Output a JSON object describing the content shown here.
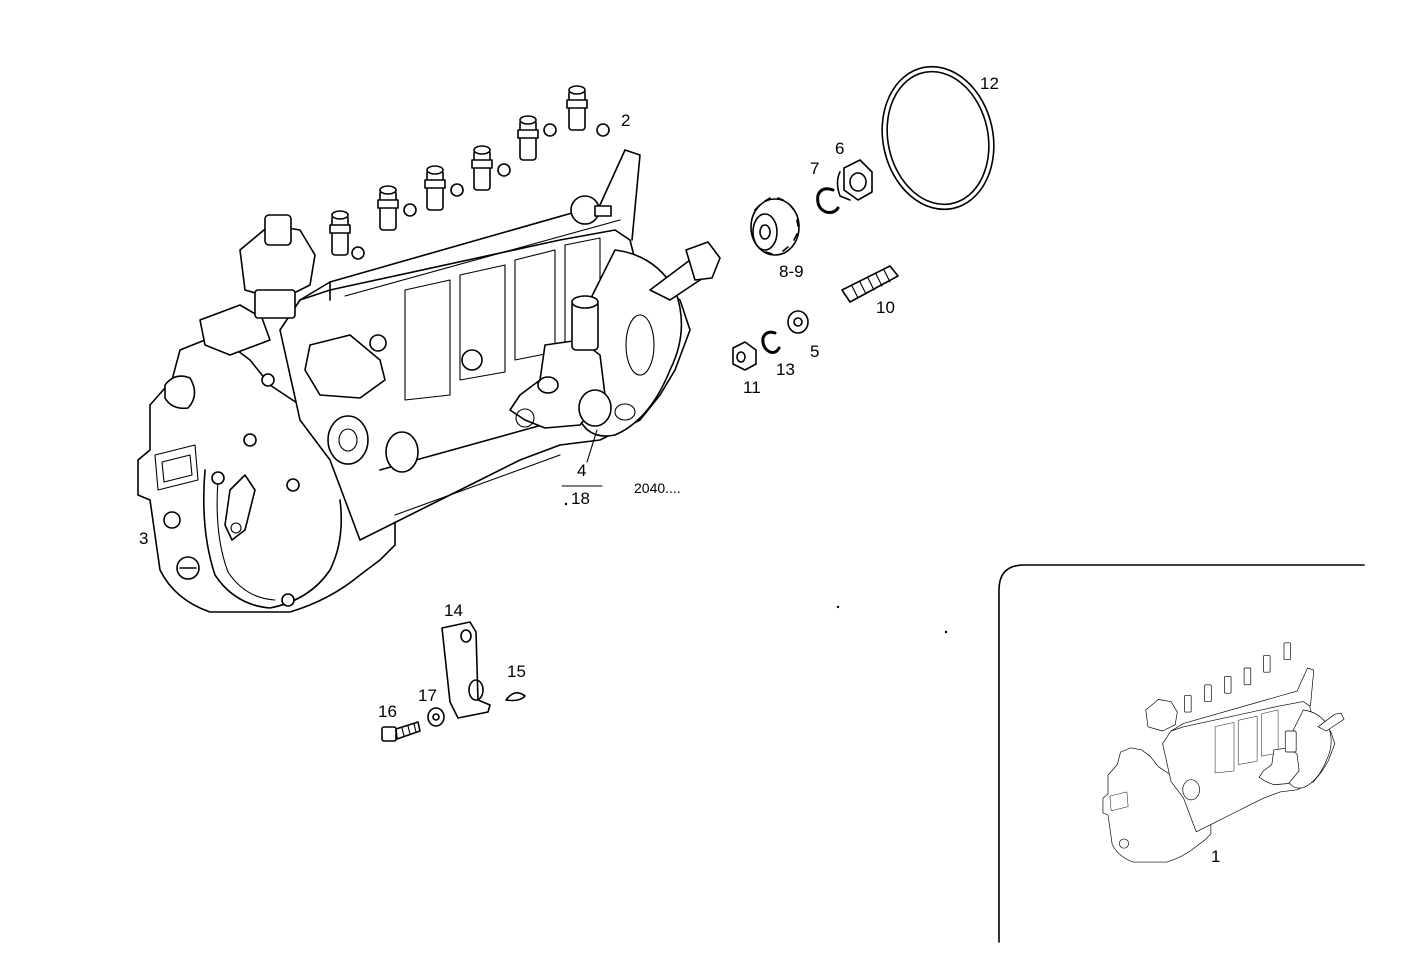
{
  "labels": {
    "l1": "1",
    "l2": "2",
    "l3": "3",
    "l4": "4",
    "l5": "5",
    "l6": "6",
    "l7": "7",
    "l8_9": "8-9",
    "l10": "10",
    "l11": "11",
    "l12": "12",
    "l13": "13",
    "l14": "14",
    "l15": "15",
    "l16": "16",
    "l17": "17",
    "l18": "18",
    "code": "2040...."
  }
}
